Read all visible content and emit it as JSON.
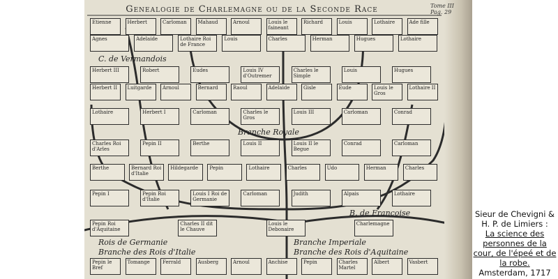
{
  "plate": {
    "title": "Genealogie de Charlemagne ou de la Seconde Race",
    "tome": "Tome III Pag. 29",
    "branches": {
      "italie": "Branche des Rois d'Italie",
      "germanie": "Rois de Germanie",
      "imperiale": "Branche Imperiale",
      "aquitaine": "Branche des Rois d'Aquitaine",
      "vermandois": "C. de Vermandois",
      "royale": "Branche Royale",
      "francoise": "B. de Francoise"
    },
    "boxes": [
      "Etienne",
      "Herbert",
      "Carloman",
      "Mahaud",
      "Arnoul",
      "Louis le faineant",
      "Richard",
      "Louis",
      "Lothaire",
      "Ade fille",
      "Agnes",
      "Adelaide",
      "Lothaire Roi de France",
      "Louis",
      "Charles",
      "Herman",
      "Hugues",
      "Lothaire",
      "Herbert III",
      "Robert",
      "Eudes",
      "Louis IV d'Outremer",
      "Charles le Simple",
      "Louis",
      "Hugues",
      "Herbert II",
      "Luitgarde",
      "Arnoul",
      "Bernard",
      "Raoul",
      "Adelaide",
      "Gisle",
      "Eude",
      "Louis le Gros",
      "Lothaire II",
      "Lothaire",
      "Herbert I",
      "Carloman",
      "Charles le Gros",
      "Louis III",
      "Carloman",
      "Conrad",
      "Charles Roi d'Arles",
      "Pepin II",
      "Berthe",
      "Louis II",
      "Louis II le Begue",
      "Conrad",
      "Carloman",
      "Berthe",
      "Bernard Roi d'Italie",
      "Hildegarde",
      "Pepin",
      "Lothaire",
      "Charles",
      "Udo",
      "Herman",
      "Charles",
      "Pepin I",
      "Pepin Roi d'Italie",
      "Louis I Roi de Germanie",
      "Carloman",
      "Judith",
      "Alpais",
      "Lothaire",
      "Pepin Roi d'Aquitaine",
      "Charles II dit le Chauve",
      "Louis le Debonaire",
      "Charlemagne",
      "Pepin le Bref",
      "Tomange",
      "Ferrald",
      "Ausberg",
      "Arnoul",
      "Anchise",
      "Pepin",
      "Charles Martel",
      "Albert",
      "Vasbert"
    ]
  },
  "caption": {
    "authors": "Sieur de Chevigni & H. P. de Limiers :",
    "book_title": "La science des personnes de la cour, de l'épeé et de la robe.",
    "place_year": "Amsterdam, 1717"
  }
}
